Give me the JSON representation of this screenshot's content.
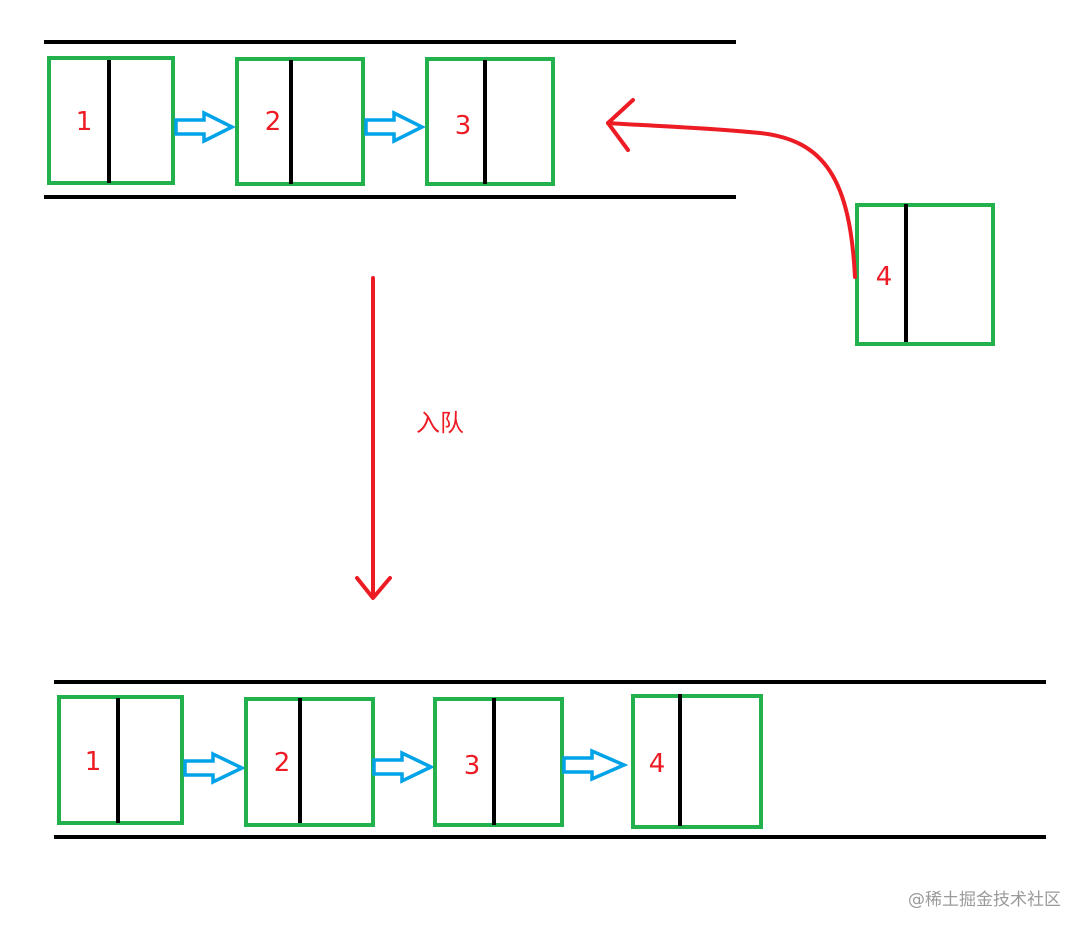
{
  "colors": {
    "node_border": "#22b14c",
    "link_arrow": "#00a2e8",
    "label": "#ed1c24",
    "flow_arrow": "#ed1c24",
    "rail": "#000000",
    "watermark": "#9a9a9a"
  },
  "queue_before": {
    "nodes": [
      {
        "label": "1"
      },
      {
        "label": "2"
      },
      {
        "label": "3"
      }
    ]
  },
  "incoming_node": {
    "label": "4"
  },
  "enqueue_label": "入队",
  "queue_after": {
    "nodes": [
      {
        "label": "1"
      },
      {
        "label": "2"
      },
      {
        "label": "3"
      },
      {
        "label": "4"
      }
    ]
  },
  "watermark": "@稀土掘金技术社区"
}
